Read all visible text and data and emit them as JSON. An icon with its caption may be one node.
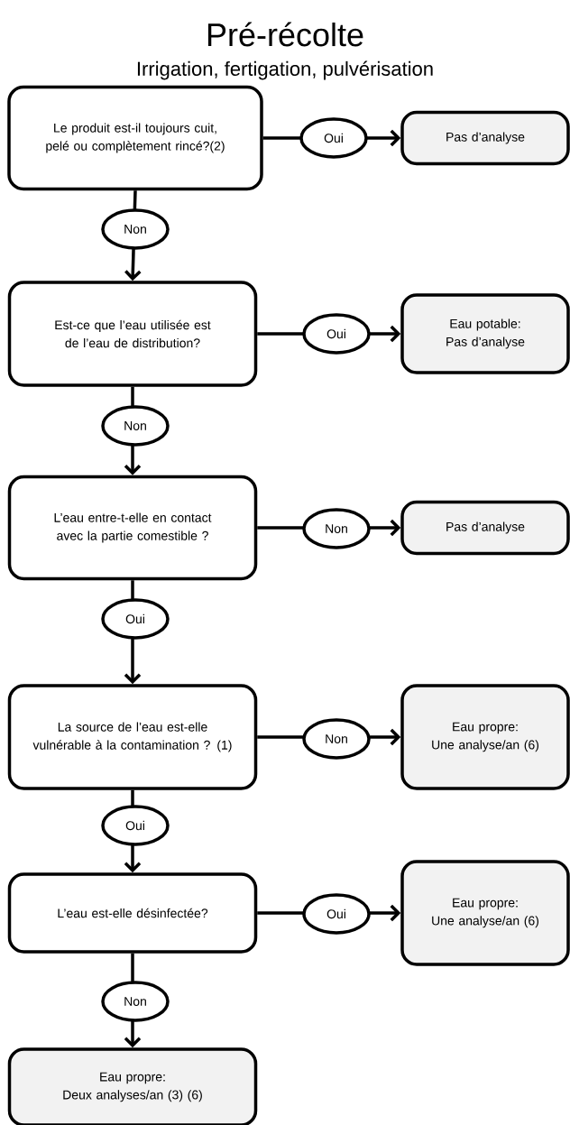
{
  "diagram": {
    "title": "Pré-récolte",
    "nodes": [
      {
        "text": [
          "Le produit est-il toujours cuit, pelé ou complètement rincé?(2)"
        ]
      },
      {
        "text": [
          "Pas d’analyse"
        ]
      },
      {
        "text": [
          "Est-ce que l’eau utilisée est de l’eau de distribution?"
        ]
      },
      {
        "text": [
          "Eau potable:",
          "Pas d’analyse"
        ]
      },
      {
        "text": [
          "L’eau entre-t-elle en contact avec la partie comestible ?"
        ]
      },
      {
        "text": [
          "Pas d’analyse"
        ]
      },
      {
        "text": [
          "La source de l’eau est-elle vulnérable à la contamination ? (1)"
        ]
      },
      {
        "text": [
          "Eau propre:",
          "Une analyse/an (6)"
        ]
      },
      {
        "text": [
          "L’eau est-elle désinfectée?"
        ]
      },
      {
        "text": [
          "Eau propre:",
          "Une analyse/an (6)"
        ]
      },
      {
        "text": [
          "Eau propre:",
          "Deux analyses/an (3) (6)"
        ]
      }
    ],
    "edges": [
      {
        "from": 0,
        "to": 1,
        "arrow": "to",
        "label": "Oui"
      },
      {
        "from": 0,
        "to": 2,
        "arrow": "to",
        "label": "Non"
      },
      {
        "from": 2,
        "to": 3,
        "arrow": "to",
        "label": "Oui"
      },
      {
        "from": 2,
        "to": 4,
        "arrow": "to",
        "label": "Non"
      },
      {
        "from": 4,
        "to": 5,
        "arrow": "to",
        "label": "Non"
      },
      {
        "from": 4,
        "to": 6,
        "arrow": "to",
        "label": "Oui"
      },
      {
        "from": 6,
        "to": 7,
        "arrow": "to",
        "label": "Non"
      },
      {
        "from": 6,
        "to": 8,
        "arrow": "to",
        "label": "Oui"
      },
      {
        "from": 8,
        "to": 9,
        "arrow": "to",
        "label": "Oui"
      },
      {
        "from": 8,
        "to": 10,
        "arrow": "to",
        "label": "Non"
      }
    ],
    "labels": [
      "Irrigation, fertigation, pulvérisation"
    ]
  }
}
